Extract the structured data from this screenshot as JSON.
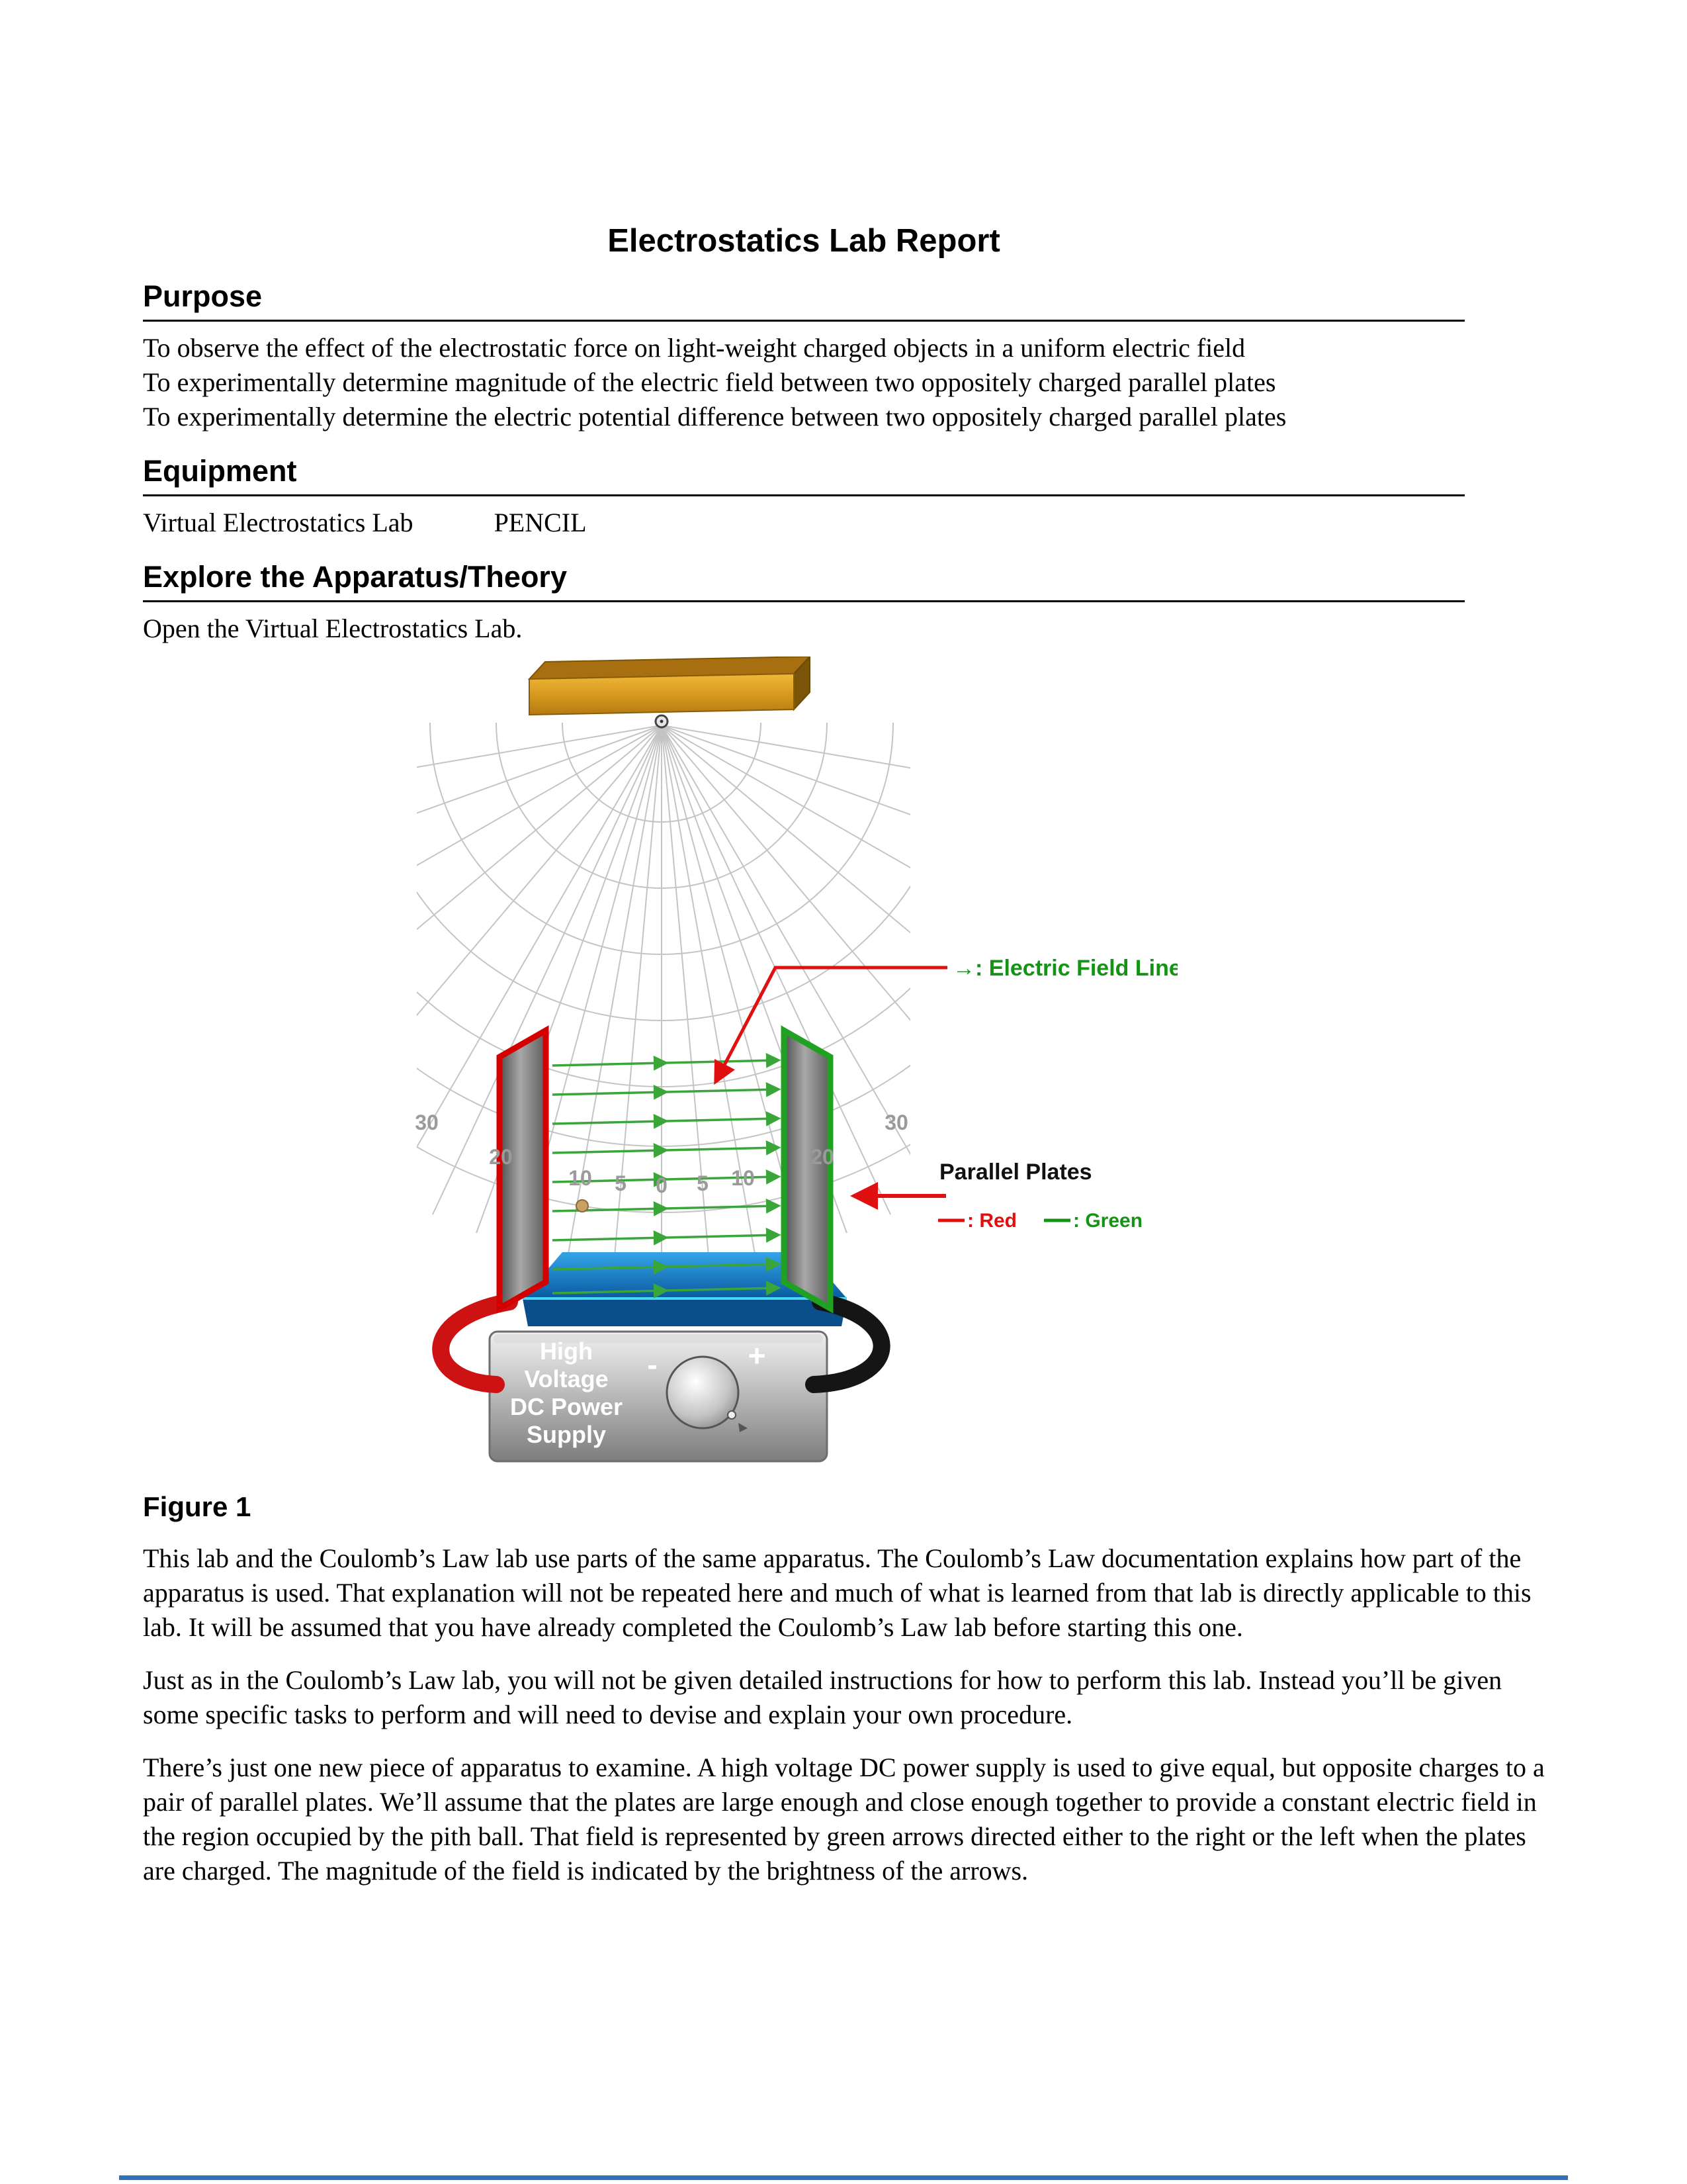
{
  "page": {
    "title": "Electrostatics Lab Report"
  },
  "sections": {
    "purpose": {
      "heading": "Purpose",
      "lines": [
        "To observe the effect of the electrostatic force on light-weight charged objects in a uniform electric field",
        "To experimentally determine magnitude of the electric field between two oppositely charged parallel plates",
        "To experimentally determine the electric potential difference between two oppositely charged parallel plates"
      ]
    },
    "equipment": {
      "heading": "Equipment",
      "items": [
        "Virtual Electrostatics Lab",
        "PENCIL"
      ]
    },
    "explore": {
      "heading": "Explore the Apparatus/Theory",
      "intro": "Open the Virtual Electrostatics Lab."
    }
  },
  "figure": {
    "caption": "Figure 1",
    "annotations": {
      "field_lines_label": "→: Electric Field Lines",
      "parallel_plates_label": "Parallel Plates",
      "legend_red": ": Red",
      "legend_green": ": Green"
    },
    "scale_labels": [
      "30",
      "20",
      "10",
      "5",
      "0",
      "5",
      "10",
      "20",
      "30"
    ],
    "power_supply": {
      "lines": [
        "High",
        "Voltage",
        "DC Power",
        "Supply"
      ],
      "minus": "-",
      "plus": "+"
    },
    "colors": {
      "plate_left_red": "#d40000",
      "plate_right_green": "#21a121",
      "field_arrow_green": "#3aa63a",
      "annotation_red": "#e01010",
      "annotation_green": "#149314",
      "base_blue": "#1272b8",
      "bar_gold": "#d09018",
      "footer_bar_blue": "#2e74b5"
    }
  },
  "paragraphs": [
    "This lab and the Coulomb’s Law lab use parts of the same apparatus. The Coulomb’s Law documentation explains how part of the apparatus is used. That explanation will not be repeated here and much of what is learned from that lab is directly applicable to this lab. It will be assumed that you have already completed the Coulomb’s Law lab before starting this one.",
    "Just as in the Coulomb’s Law lab, you will not be given detailed instructions for how to perform this lab. Instead you’ll be given some specific tasks to perform and will need to devise and explain your own procedure.",
    "There’s just one new piece of apparatus to examine. A high voltage DC power supply is used to give equal, but opposite charges to a pair of parallel plates. We’ll assume that the plates are large enough and close enough together to provide a constant electric field in the region occupied by the pith ball. That field is represented by green arrows directed either to the right or the left when the plates are charged. The magnitude of the field is indicated by the brightness of the arrows."
  ]
}
